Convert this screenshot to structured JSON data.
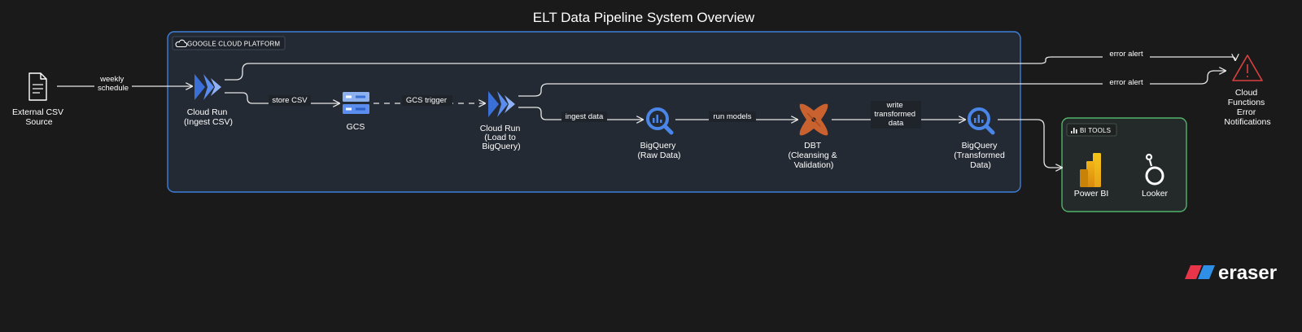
{
  "title": "ELT Data Pipeline System Overview",
  "groups": {
    "gcp": "GOOGLE CLOUD PLATFORM",
    "bi": "BI TOOLS"
  },
  "nodes": {
    "external_csv": [
      "External CSV",
      "Source"
    ],
    "cloud_run_ingest": [
      "Cloud Run",
      "(Ingest CSV)"
    ],
    "gcs": [
      "GCS"
    ],
    "cloud_run_load": [
      "Cloud Run",
      "(Load to",
      "BigQuery)"
    ],
    "bq_raw": [
      "BigQuery",
      "(Raw Data)"
    ],
    "dbt": [
      "DBT",
      "(Cleansing &",
      "Validation)"
    ],
    "bq_transformed": [
      "BigQuery",
      "(Transformed",
      "Data)"
    ],
    "power_bi": [
      "Power BI"
    ],
    "looker": [
      "Looker"
    ],
    "cloud_functions": [
      "Cloud",
      "Functions",
      "Error",
      "Notifications"
    ]
  },
  "edges": {
    "weekly_schedule": [
      "weekly",
      "schedule"
    ],
    "store_csv": [
      "store CSV"
    ],
    "gcs_trigger": [
      "GCS trigger"
    ],
    "ingest_data": [
      "ingest data"
    ],
    "run_models": [
      "run models"
    ],
    "write_transformed": [
      "write",
      "transformed",
      "data"
    ],
    "error_alert_1": [
      "error alert"
    ],
    "error_alert_2": [
      "error alert"
    ]
  },
  "brand": {
    "text": "eraser",
    "red": "#e8354a",
    "blue": "#2f8ee6"
  },
  "colors": {
    "gcp_border": "#3f7fd9",
    "bi_border": "#52b26a",
    "cloud_run_blue": "#5b8def",
    "bigquery_blue": "#4a86e8",
    "dbt_orange": "#c9622f",
    "alert_red": "#d94141"
  }
}
